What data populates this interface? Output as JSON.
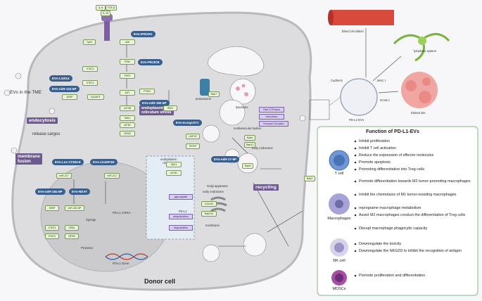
{
  "donor_cell": {
    "title": "Donor cell",
    "evs_tme": "EVs in the TME",
    "release_cargos": "release cargos",
    "endocytosis": "endocytosis",
    "membrane_fusion": "membrane\nfusion",
    "recycling": "recycling",
    "er_stress": "endoplasmic\nreticulum stress",
    "proteasome": "proteasome",
    "lysosome": "lysosome",
    "mvb": "multivesicular bodies",
    "early_endosome": "early endosome",
    "early_endosome2": "early endosome",
    "golgi": "Golgi apparatus",
    "er_label": "endoplasmic\nreticulum",
    "membrane": "membrane",
    "sponge": "Sponge",
    "promoter": "Promoter",
    "pdl1_gene": "PD-L1 Gene",
    "pdl1_mrna": "PD-L1 mRNA",
    "pdl1": "PD-L1",
    "glycosylate": "glycosylate",
    "ubiquitylation": "ubiquitylation",
    "degradation": "degradation"
  },
  "ev_pills": [
    "EVs-IFNGR1",
    "EVs-PIK3CB",
    "EVs-LGR14",
    "EVs-miR-122-5P",
    "EVs-miR-182-5P",
    "EVs-Kcnq1OT1",
    "EVs-Lnc-CCNH-8",
    "EVs-circEIF3K",
    "EVs-miR-18a-5P",
    "EVs-NEAT",
    "EVs-miR-17-5P"
  ],
  "signal_boxes": [
    "JAK",
    "PI3K",
    "PIP3",
    "AKT",
    "PTEN",
    "mTOR",
    "S6K1",
    "eIF4E",
    "NFKB",
    "STAT3",
    "STAT1",
    "MISP",
    "IQGAP1",
    "IRE1",
    "USP22",
    "SPOP",
    "miR-217",
    "miR-214",
    "STAT3",
    "STAT1",
    "MISP",
    "ZEB1",
    "NFKB",
    "miR-181-5P",
    "GOLM1",
    "Rab27b",
    "Rab7",
    "Rab5",
    "Rab11",
    "Rab5",
    "Rab4",
    "S6K1",
    "eIF4E",
    "TyK2",
    "IL-6",
    "TGF-β",
    "IL-10"
  ],
  "rab_boxes": [
    "Rab GTPases",
    "microtube",
    "Exocyst Complex"
  ],
  "right_panel": {
    "blood": "Blood circulation",
    "lymph": "lymphatic system",
    "distant": "Distant site",
    "pdl1_evs": "PD-L1-EVs",
    "cadherin": "Cadherin",
    "mhc": "MHC I",
    "icam": "ICAM 1",
    "function_title": "Function of PD-L1-EVs",
    "cells": [
      {
        "name": "T cell",
        "items": [
          "Inhibit proliferation",
          "Inhibit T cell activation",
          "Reduce the expression of effector molecules",
          "Promote apoptosis",
          "Promoting differentiation into Treg cells"
        ]
      },
      {
        "name": "Macrophages",
        "items": [
          "Promote differentiation towards M2 tumor-promoting macrophages",
          "Inhibit the chemotaxis of M1 tumor-resisting macrophages",
          "reprograme macrophage metabolism",
          "Assist M2 macrophages conduct the differentiation of Treg cells",
          "Disrupt macrophage phagocytic capacity"
        ]
      },
      {
        "name": "NK cell",
        "items": [
          "Downregulate the toxicity",
          "Downregulate the NKG2D to inhibit the recognition of antigen"
        ]
      },
      {
        "name": "MDSCs",
        "items": [
          "Promote proliferation and differentiation"
        ]
      }
    ]
  },
  "colors": {
    "cell": "#dcdcde",
    "nucleus": "#c9c9cc",
    "pill": "#3b5f8c",
    "label": "#6d5a8f",
    "panel_border": "#9ac29c"
  }
}
